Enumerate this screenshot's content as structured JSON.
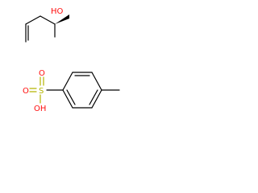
{
  "molecules": [
    {
      "atoms": {
        "oxygen_label": "HO"
      }
    },
    {
      "atoms": {
        "sulfur_label": "S",
        "oxo_top_label": "O",
        "oxo_bottom_label": "O",
        "hydroxyl_label": "OH"
      }
    }
  ],
  "colors": {
    "bond": "#000000",
    "oxygen": "#ff0d0d",
    "sulfur": "#b3b300"
  }
}
